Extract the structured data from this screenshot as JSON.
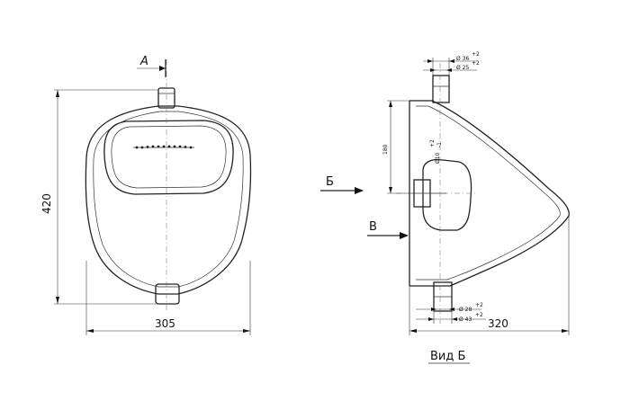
{
  "front_view": {
    "section_label": "А",
    "height_dim": "420",
    "width_dim": "305"
  },
  "side_view": {
    "arrow_b_label": "Б",
    "arrow_v_label": "В",
    "dim_top_outer": "Ø 36",
    "dim_top_outer_tol": "+2",
    "dim_top_inner": "Ø 25",
    "dim_top_inner_tol": "+2",
    "dim_height_180": "180",
    "dim_inlet": "Ø10",
    "dim_inlet_tol": "+2",
    "dim_inlet_tol2": "-1",
    "dim_bot_inner": "Ø 28",
    "dim_bot_inner_tol": "+2",
    "dim_bot_outer": "Ø 43",
    "dim_bot_outer_tol": "+2",
    "depth_dim": "320",
    "view_caption": "Вид Б"
  }
}
